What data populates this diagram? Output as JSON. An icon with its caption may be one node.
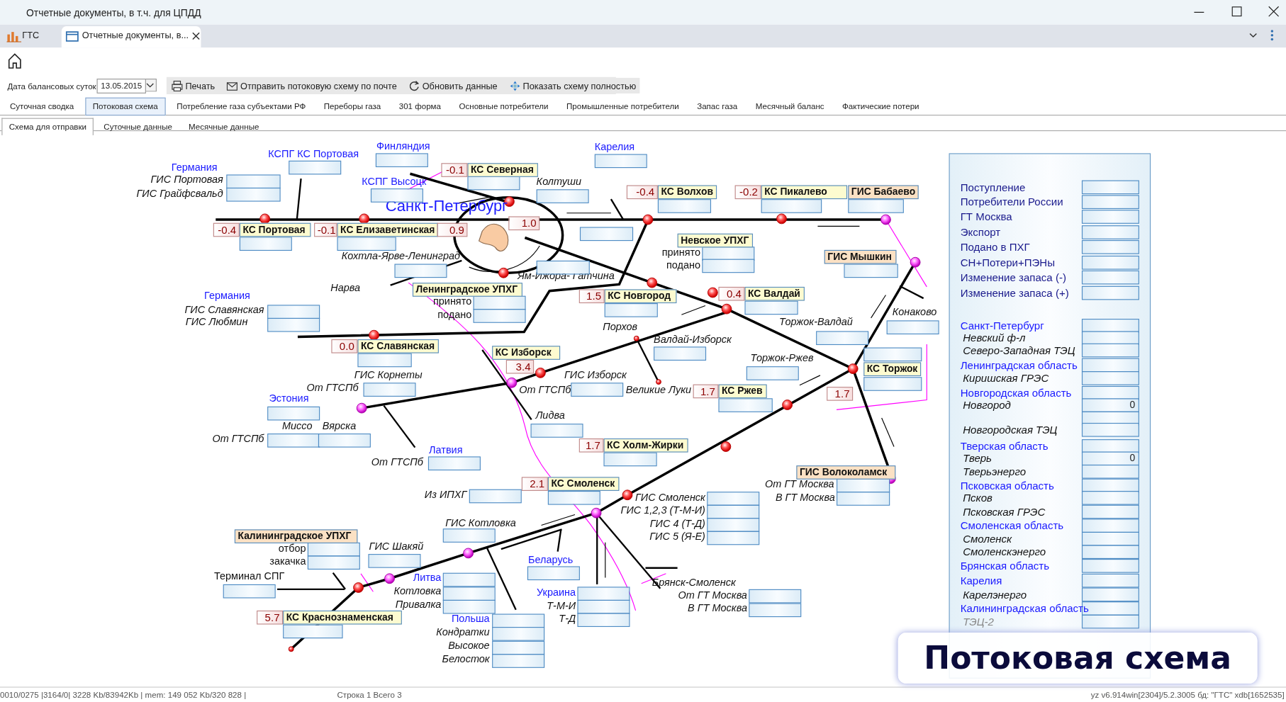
{
  "diagram": {
    "caption": "Потоковая схема",
    "nodes": [
      {
        "text": [
          "КС Северная"
        ]
      },
      {
        "text": [
          "КС Волхов"
        ]
      },
      {
        "text": [
          "КС Пикалево"
        ]
      },
      {
        "text": [
          "ГИС Бабаево"
        ]
      },
      {
        "text": [
          "КС Портовая"
        ]
      },
      {
        "text": [
          "КС Елизаветинская"
        ]
      },
      {
        "text": [
          "Невское УПХГ"
        ],
        "beside": [
          "принято",
          "подано"
        ]
      },
      {
        "text": [
          "ГИС Мышкин"
        ]
      },
      {
        "text": [
          "Ленинградское УПХГ"
        ],
        "beside": [
          "принято",
          "подано"
        ]
      },
      {
        "text": [
          "КС Валдай"
        ]
      },
      {
        "text": [
          "КС Новгород"
        ]
      },
      {
        "text": [
          "КС Славянская"
        ]
      },
      {
        "text": [
          "КС Изборск"
        ]
      },
      {
        "text": [
          "КС Торжок"
        ]
      },
      {
        "text": [
          "КС Ржев"
        ]
      },
      {
        "text": [
          "КС Холм-Жирки"
        ]
      },
      {
        "text": [
          "ГИС Волоколамск"
        ]
      },
      {
        "text": [
          "КС Смоленск"
        ]
      },
      {
        "text": [
          "Калининградское УПХГ"
        ],
        "beside": [
          "отбор",
          "закачка"
        ]
      },
      {
        "text": [
          "КС Краснознаменская"
        ]
      },
      {
        "text": [
          "0.9"
        ]
      },
      {
        "text": [
          "1.0"
        ]
      },
      {
        "text": [
          "1.7"
        ]
      },
      {
        "text": [
          "-0.1"
        ]
      },
      {
        "text": [
          "-0.4"
        ]
      },
      {
        "text": [
          "-0.2"
        ]
      },
      {
        "text": [
          "-0.4"
        ]
      },
      {
        "text": [
          "-0.1"
        ]
      },
      {
        "text": [
          "0.4"
        ]
      },
      {
        "text": [
          "1.5"
        ]
      },
      {
        "text": [
          "0.0"
        ]
      },
      {
        "text": [
          "3.4"
        ]
      },
      {
        "text": [
          "1.7"
        ]
      },
      {
        "text": [
          "1.7"
        ]
      },
      {
        "text": [
          "2.1"
        ]
      },
      {
        "text": [
          "5.7"
        ]
      }
    ],
    "labels": [
      "Отчетные документы, в т.ч. для ЦПДД",
      "ГТС",
      "Отчетные документы, в...",
      "Дата балансовых суток",
      "13.05.2015",
      "Печать",
      "Отправить потоковую схему по почте",
      "Обновить данные",
      "Показать схему полностью",
      "Суточная сводка",
      "Потоковая схема",
      "Потребление газа субъектами РФ",
      "Переборы газа",
      "301 форма",
      "Основные потребители",
      "Промышленные потребители",
      "Запас газа",
      "Месячный баланс",
      "Фактические потери",
      "Схема для отправки",
      "Суточные данные",
      "Месячные данные",
      "КСПГ КС Портовая",
      "Финляндия",
      "Карелия",
      "Германия",
      "ГИС Портовая",
      "ГИС Грайфсвальд",
      "КСПГ Высоцк",
      "Колтуши",
      "Санкт-Петербург",
      "Кохтла-Ярве-Ленинград",
      "Нарва",
      "Ям-Ижора- Гатчина",
      "Германия",
      "ГИС Славянская",
      "ГИС Любмин",
      "Торжок-Валдай",
      "Конаково",
      "Порхов",
      "Валдай-Изборск",
      "Торжок-Ржев",
      "ГИС Корнеты",
      "От ГТСПб",
      "ГИС Изборск",
      "От ГТСПб",
      "Великие Луки",
      "Эстония",
      "Миссо",
      "Вярска",
      "От ГТСПб",
      "Лидва",
      "Латвия",
      "От ГТСПб",
      "Из ИПХГ",
      "ГИС Смоленск",
      "ГИС 1,2,3 (Т-М-И)",
      "ГИС 4 (Т-Д)",
      "ГИС 5 (Я-Е)",
      "От ГТ Москва",
      "В ГТ Москва",
      "ГИС Котловка",
      "ГИС Шакяй",
      "Беларусь",
      "Литва",
      "Терминал СПГ",
      "Котловка",
      "Привалка",
      "Брянск-Смоленск",
      "Украина",
      "Т-М-И",
      "Т-Д",
      "От ГТ Москва",
      "В ГТ Москва",
      "Польша",
      "Кондратки",
      "Высокое",
      "Белосток",
      "Поступление",
      "Потребители России",
      "ГТ Москва",
      "Экспорт",
      "Подано в ПХГ",
      "СН+Потери+ПЭНы",
      "Изменение запаса (-)",
      "Изменение запаса (+)",
      "Санкт-Петербург",
      "Невский ф-л",
      "Северо-Западная ТЭЦ",
      "Ленинградская область",
      "Киришская ГРЭС",
      "Новгородская область",
      "Новгород",
      "0",
      "Новгородская ТЭЦ",
      "Тверская область",
      "Тверь",
      "0",
      "Тверьэнерго",
      "Псковская область",
      "Псков",
      "Псковская ГРЭС",
      "Смоленская область",
      "Смоленск",
      "Смоленскэнерго",
      "Брянская область",
      "Карелия",
      "Карелэнерго",
      "Калининградская область",
      "ТЭЦ-2",
      "0010/0275 |3164/0| 3228 Kb/83942Kb | mem: 149 052 Kb/320 828 |",
      "Строка 1 Всего 3",
      "yz v6.914win[2304]/5.2.3005 бд: \"ГТС\" xdb[1652535]"
    ]
  }
}
